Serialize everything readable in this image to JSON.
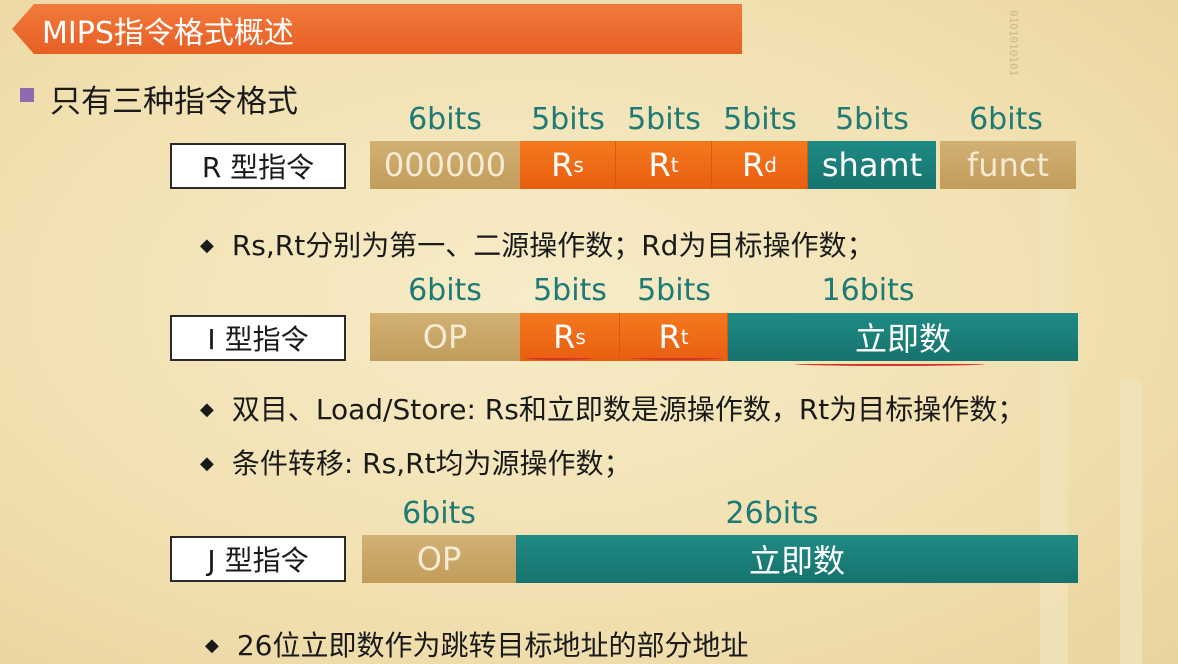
{
  "title": "MIPS指令格式概述",
  "heading": "只有三种指令格式",
  "r_type": {
    "label": "R 型指令",
    "bits": [
      "6bits",
      "5bits",
      "5bits",
      "5bits",
      "5bits",
      "6bits"
    ],
    "fields": [
      {
        "main": "000000",
        "sub": ""
      },
      {
        "main": "R",
        "sub": "s"
      },
      {
        "main": "R",
        "sub": "t"
      },
      {
        "main": "R",
        "sub": "d"
      },
      {
        "main": "shamt",
        "sub": ""
      },
      {
        "main": "funct",
        "sub": ""
      }
    ],
    "note": "Rs,Rt分别为第一、二源操作数；Rd为目标操作数；"
  },
  "i_type": {
    "label": "I 型指令",
    "bits": [
      "6bits",
      "5bits",
      "5bits",
      "16bits"
    ],
    "fields": [
      {
        "main": "OP",
        "sub": ""
      },
      {
        "main": "R",
        "sub": "s"
      },
      {
        "main": "R",
        "sub": "t"
      },
      {
        "main": "立即数",
        "sub": ""
      }
    ],
    "notes": [
      "双目、Load/Store: Rs和立即数是源操作数，Rt为目标操作数；",
      "条件转移: Rs,Rt均为源操作数；"
    ]
  },
  "j_type": {
    "label": "J 型指令",
    "bits": [
      "6bits",
      "26bits"
    ],
    "fields": [
      {
        "main": "OP",
        "sub": ""
      },
      {
        "main": "立即数",
        "sub": ""
      }
    ],
    "note": "26位立即数作为跳转目标地址的部分地址"
  },
  "diamond": "◆",
  "colors": {
    "title_bar": "#e8622a",
    "orange_field": "#ee6a16",
    "teal_field": "#17736e",
    "tan_field": "#c8a464",
    "bits_text": "#1e7a76",
    "bullet_square": "#8f6ab1",
    "annotation_red": "#d2352a"
  }
}
